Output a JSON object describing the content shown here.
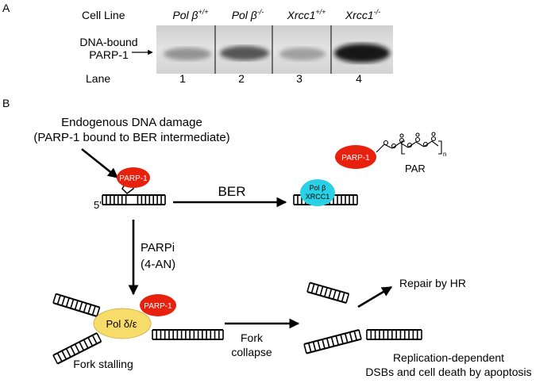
{
  "panel_a": {
    "label": "A",
    "cell_line_header": "Cell Line",
    "columns": [
      {
        "base": "Pol β",
        "sup": "+/+",
        "lane": "1"
      },
      {
        "base": "Pol β",
        "sup": "-/-",
        "lane": "2"
      },
      {
        "base": "Xrcc1",
        "sup": "+/+",
        "lane": "3"
      },
      {
        "base": "Xrcc1",
        "sup": "-/-",
        "lane": "4"
      }
    ],
    "band_label_line1": "DNA-bound",
    "band_label_line2": "PARP-1",
    "lane_header": "Lane"
  },
  "panel_b": {
    "label": "B",
    "damage_line1": "Endogenous DNA damage",
    "damage_line2": "(PARP-1 bound to BER intermediate)",
    "parp1": "PARP-1",
    "five_prime": "5'",
    "ber": "BER",
    "polb_line1": "Pol β",
    "polb_line2": "XRCC1",
    "par": "PAR",
    "par_subscript": "n",
    "parpi_line1": "PARPi",
    "parpi_line2": "(4-AN)",
    "pol_de": "Pol δ/ε",
    "fork_stalling": "Fork stalling",
    "fork_collapse_line1": "Fork",
    "fork_collapse_line2": "collapse",
    "repair_hr": "Repair by HR",
    "outcome_line1": "Replication-dependent",
    "outcome_line2": "DSBs and cell death by apoptosis"
  },
  "colors": {
    "parp1_fill": "#e8210f",
    "polb_fill": "#2ad1e6",
    "pol_de_fill": "#f7dc6a"
  }
}
